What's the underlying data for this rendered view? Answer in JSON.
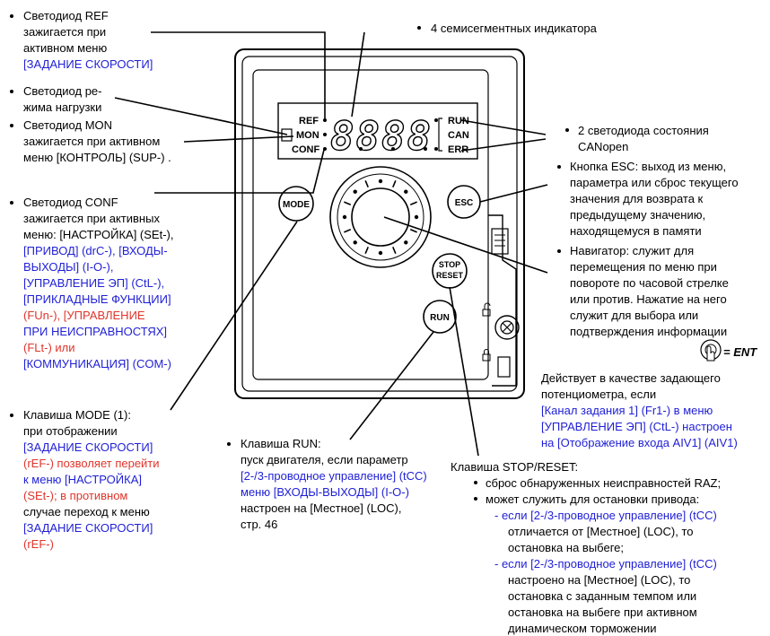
{
  "device": {
    "led_ref": "REF",
    "led_mon": "MON",
    "led_conf": "CONF",
    "led_run": "RUN",
    "led_can": "CAN",
    "led_err": "ERR",
    "btn_mode": "MODE",
    "btn_esc": "ESC",
    "btn_stop": "STOP",
    "btn_reset": "RESET",
    "btn_run": "RUN",
    "display": "8888"
  },
  "ann_ref": [
    "Светодиод REF",
    "зажигается при",
    "активном меню",
    "[ЗАДАНИЕ СКОРОСТИ]"
  ],
  "ann_mode_led": [
    "Светодиод ре-",
    "жима нагрузки"
  ],
  "ann_mon": [
    "Светодиод MON",
    "зажигается при активном",
    "меню [КОНТРОЛЬ] (SUP-) ."
  ],
  "ann_conf": [
    "Светодиод CONF",
    "зажигается при активных",
    "меню: [НАСТРОЙКА] (SEt-),",
    "[ПРИВОД] (drC-), [ВХОДЫ-",
    "ВЫХОДЫ] (I-O-),",
    "[УПРАВЛЕНИЕ ЭП] (CtL-),",
    "[ПРИКЛАДНЫЕ ФУНКЦИИ]",
    "(FUn-), [УПРАВЛЕНИЕ",
    "ПРИ НЕИСПРАВНОСТЯХ]",
    "(FLt-) или",
    "[КОММУНИКАЦИЯ] (COM-)"
  ],
  "ann_mode_key": [
    "Клавиша MODE (1):",
    "при отображении",
    "[ЗАДАНИЕ СКОРОСТИ]",
    "(rEF-) позволяет перейти",
    "к меню [НАСТРОЙКА]",
    "(SEt-); в противном",
    "случае переход к меню",
    "[ЗАДАНИЕ СКОРОСТИ]",
    "(rEF-)"
  ],
  "ann_indicators": "4 семисегментных индикатора",
  "ann_canopen": [
    "2 светодиода состояния",
    "CANopen"
  ],
  "ann_esc": [
    "Кнопка ESC: выход из меню,",
    "параметра или сброс текущего",
    "значения для возврата к",
    "предыдущему  значению,",
    "находящемуся в памяти"
  ],
  "ann_nav": [
    "Навигатор: служит для",
    "перемещения по меню при",
    "повороте по часовой стрелке",
    "или против.  Нажатие на него",
    "служит для выбора или",
    "подтверждения информации"
  ],
  "ent_label": "= ENT",
  "ann_pot": [
    "Действует в качестве задающего",
    "потенциометра, если",
    "[Канал задания 1] (Fr1-) в меню",
    "[УПРАВЛЕНИЕ ЭП] (CtL-) настроен",
    "на  [Отображение входа AIV1] (AIV1)"
  ],
  "ann_run": [
    "Клавиша RUN:",
    "пуск двигателя, если параметр",
    "[2-/3-проводное управление] (tCC)",
    "меню [ВХОДЫ-ВЫХОДЫ] (I-O-)",
    "настроен на [Местное] (LOC),",
    "стр. 46"
  ],
  "ann_stop": [
    "Клавиша STOP/RESET:",
    "сброс обнаруженных неисправностей RAZ;",
    "может служить для остановки привода:",
    "- если [2-/3-проводное управление] (tCC)",
    "отличается от [Местное] (LOC), то",
    "остановка на выбеге;",
    "- если [2-/3-проводное управление] (tCC)",
    "настроено на [Местное] (LOC), то",
    "остановка с заданным темпом или",
    "остановка на выбеге при активном",
    "динамическом торможении"
  ]
}
